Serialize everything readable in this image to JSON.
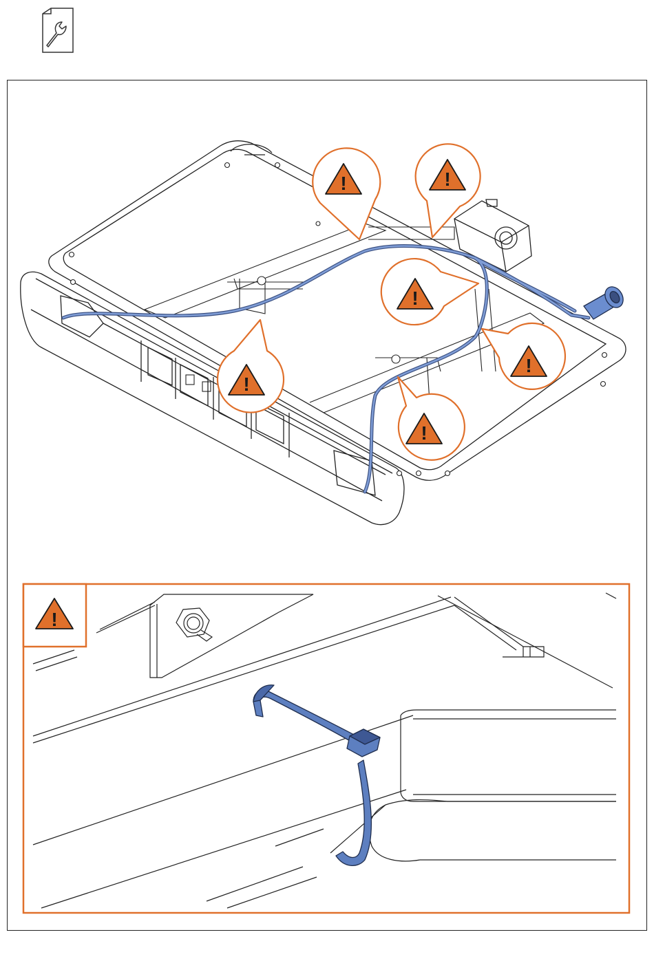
{
  "document_icon": "wrench-document-icon",
  "warning_icon": "warning-triangle-icon",
  "warning_glyph": "!",
  "colors": {
    "accent_orange": "#E0702B",
    "cable_blue": "#5D7FC0",
    "line": "#222222",
    "background": "#FFFFFF"
  },
  "callouts": [
    {
      "name": "callout-top-left"
    },
    {
      "name": "callout-top-right"
    },
    {
      "name": "callout-center-right"
    },
    {
      "name": "callout-right"
    },
    {
      "name": "callout-lower-left"
    },
    {
      "name": "callout-lower-center"
    }
  ],
  "detail_panel": {
    "shows": "cable-tie-detail"
  }
}
